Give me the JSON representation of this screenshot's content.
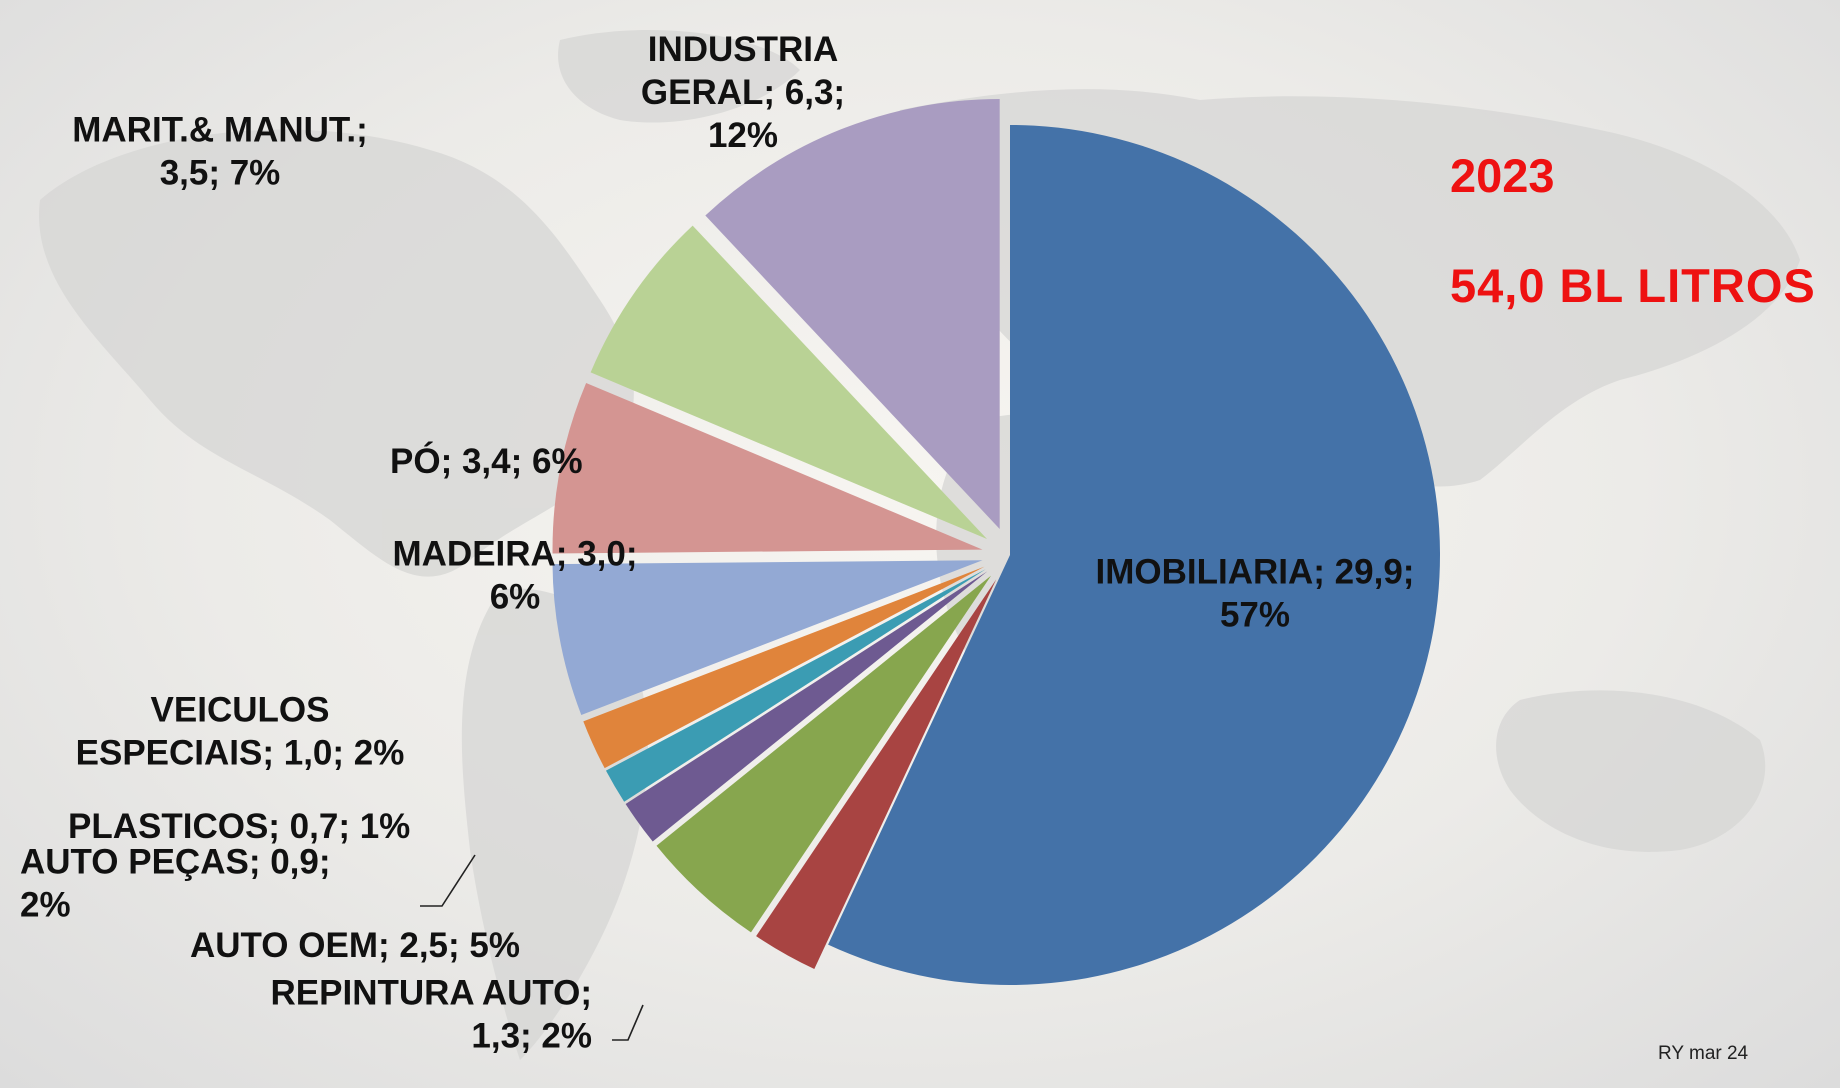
{
  "header": {
    "year": "2023",
    "total": "54,0  BL LITROS",
    "credit": "RY mar 24"
  },
  "chart_data": {
    "type": "pie",
    "exploded": true,
    "start_angle_deg": 0,
    "direction": "clockwise",
    "slices": [
      {
        "name": "IMOBILIARIA",
        "value": 29.9,
        "percent": 57,
        "color": "#4472a8",
        "label_lines": [
          "IMOBILIARIA; 29,9;",
          "57%"
        ]
      },
      {
        "name": "REPINTURA AUTO",
        "value": 1.3,
        "percent": 2,
        "color": "#a84442",
        "label_lines": [
          "REPINTURA AUTO;",
          "1,3; 2%"
        ]
      },
      {
        "name": "AUTO OEM",
        "value": 2.5,
        "percent": 5,
        "color": "#87a64e",
        "label_lines": [
          "AUTO OEM; 2,5; 5%"
        ]
      },
      {
        "name": "AUTO PEÇAS",
        "value": 0.9,
        "percent": 2,
        "color": "#6e5a91",
        "label_lines": [
          "AUTO PEÇAS; 0,9;",
          "2%"
        ]
      },
      {
        "name": "PLASTICOS",
        "value": 0.7,
        "percent": 1,
        "color": "#3b9cb3",
        "label_lines": [
          "PLASTICOS; 0,7; 1%"
        ]
      },
      {
        "name": "VEICULOS ESPECIAIS",
        "value": 1.0,
        "percent": 2,
        "color": "#e0843b",
        "label_lines": [
          "VEICULOS",
          "ESPECIAIS; 1,0; 2%"
        ]
      },
      {
        "name": "MADEIRA",
        "value": 3.0,
        "percent": 6,
        "color": "#93a9d4",
        "label_lines": [
          "MADEIRA; 3,0;",
          "6%"
        ]
      },
      {
        "name": "PÓ",
        "value": 3.4,
        "percent": 6,
        "color": "#d49592",
        "label_lines": [
          "PÓ; 3,4; 6%"
        ]
      },
      {
        "name": "MARIT.& MANUT.",
        "value": 3.5,
        "percent": 7,
        "color": "#b9d295",
        "label_lines": [
          "MARIT.& MANUT.;",
          "3,5; 7%"
        ]
      },
      {
        "name": "INDUSTRIA GERAL",
        "value": 6.3,
        "percent": 12,
        "color": "#a99cc1",
        "label_lines": [
          "INDUSTRIA",
          "GERAL; 6,3;",
          "12%"
        ]
      }
    ]
  }
}
